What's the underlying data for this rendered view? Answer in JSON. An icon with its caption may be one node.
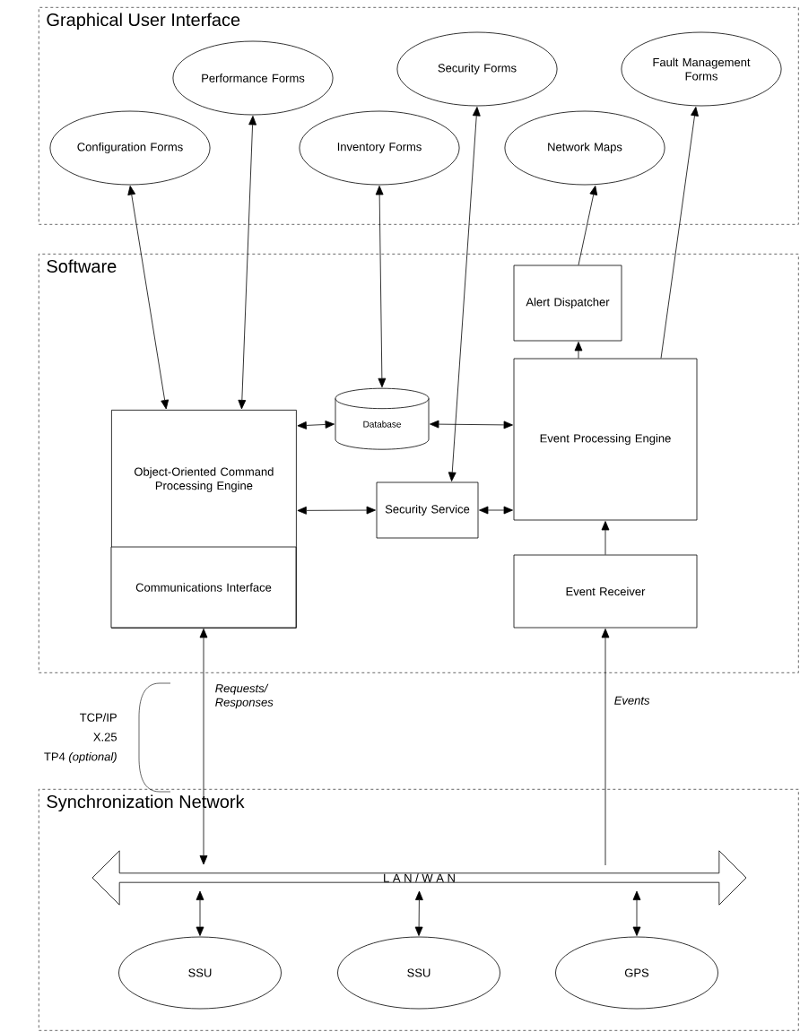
{
  "diagram": {
    "nodes": [
      {
        "text": [
          "Graphical User Interface"
        ]
      },
      {
        "text": [
          "Configuration Forms"
        ],
        "in": 0
      },
      {
        "text": [
          "Performance Forms"
        ],
        "in": 0
      },
      {
        "text": [
          "Inventory Forms"
        ],
        "in": 0
      },
      {
        "text": [
          "Security Forms"
        ],
        "in": 0
      },
      {
        "text": [
          "Network Maps"
        ],
        "in": 0
      },
      {
        "text": [
          "Fault Management Forms"
        ],
        "in": 0
      },
      {
        "text": [
          "Software"
        ]
      },
      {
        "text": [
          "Object-Oriented Command Processing Engine"
        ],
        "in": 7
      },
      {
        "text": [
          "Communications Interface"
        ],
        "in": 8
      },
      {
        "text": [
          "Database"
        ],
        "in": 7
      },
      {
        "text": [
          "Security Service"
        ],
        "in": 7
      },
      {
        "text": [
          "Alert Dispatcher"
        ],
        "in": 7
      },
      {
        "text": [
          "Event Processing Engine"
        ],
        "in": 7
      },
      {
        "text": [
          "Event Receiver"
        ],
        "in": 7
      },
      {
        "text": [
          "Synchronization Network"
        ]
      },
      {
        "text": [
          "L A N / W A N"
        ],
        "in": 15
      },
      {
        "text": [
          "SSU"
        ],
        "in": 15
      },
      {
        "text": [
          "SSU"
        ],
        "in": 15
      },
      {
        "text": [
          "GPS"
        ],
        "in": 15
      }
    ],
    "edges": [
      {
        "from": 1,
        "to": 8,
        "arrow": "both"
      },
      {
        "from": 2,
        "to": 8,
        "arrow": "both"
      },
      {
        "from": 3,
        "to": 10,
        "arrow": "both"
      },
      {
        "from": 4,
        "to": 11,
        "arrow": "both"
      },
      {
        "from": 12,
        "to": 5,
        "arrow": "to"
      },
      {
        "from": 13,
        "to": 6,
        "arrow": "to"
      },
      {
        "from": 13,
        "to": 12,
        "arrow": "to"
      },
      {
        "from": 8,
        "to": 10,
        "arrow": "both"
      },
      {
        "from": 10,
        "to": 13,
        "arrow": "both"
      },
      {
        "from": 8,
        "to": 11,
        "arrow": "both"
      },
      {
        "from": 11,
        "to": 13,
        "arrow": "both"
      },
      {
        "from": 14,
        "to": 13,
        "arrow": "to"
      },
      {
        "from": 9,
        "to": 16,
        "arrow": "both",
        "label": "Requests/ Responses"
      },
      {
        "from": 16,
        "to": 14,
        "arrow": "to",
        "label": "Events"
      },
      {
        "from": 16,
        "to": 17,
        "arrow": "both"
      },
      {
        "from": 16,
        "to": 18,
        "arrow": "both"
      },
      {
        "from": 16,
        "to": 19,
        "arrow": "both"
      }
    ],
    "labels": [
      "TCP/IP",
      "X.25",
      "TP4 *(optional)*"
    ]
  }
}
